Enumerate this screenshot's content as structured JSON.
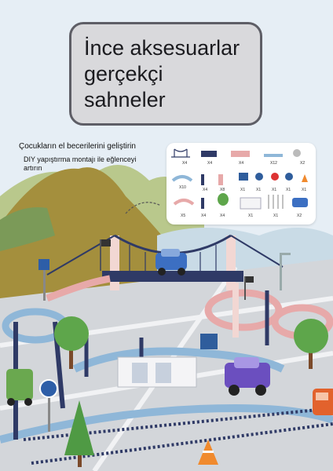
{
  "headline": {
    "line1": "İnce aksesuarlar",
    "line2": "gerçekçi",
    "line3": "sahneler"
  },
  "caption_main": "Çocukların el becerilerini geliştirin",
  "caption_sub_line1": "DIY yapıştırma montajı ile eğlenceyi",
  "caption_sub_line2": "artırın",
  "parts_panel": {
    "row1_quantities": [
      "X4",
      "X4",
      "X4",
      "X12",
      "X2"
    ],
    "row2_quantities": [
      "X10",
      "X4",
      "X8",
      "X1",
      "X1",
      "X1",
      "X1",
      "X1"
    ],
    "row3_quantities": [
      "X5",
      "X4",
      "X4",
      "X1",
      "X1",
      "X2"
    ]
  },
  "colors": {
    "sky": "#dfeaf3",
    "mountain": "#9c8a3c",
    "track_blue": "#8fb7d8",
    "track_pink": "#e7a9a9",
    "rail_navy": "#2f3a66",
    "road": "#cfd2d6"
  }
}
